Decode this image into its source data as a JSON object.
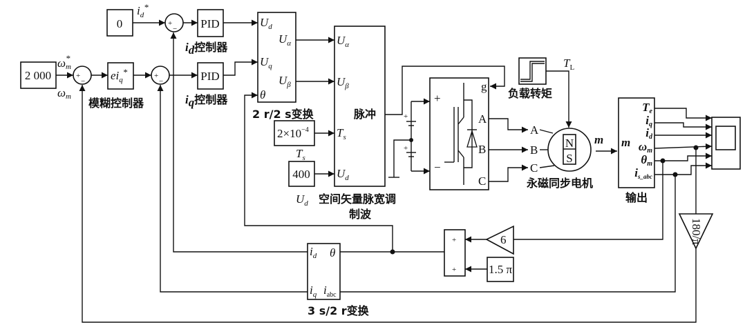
{
  "constants": {
    "id_ref": "0",
    "speed_ref": "2 000",
    "ts_mant": "2×10",
    "ts_exp": "−4",
    "ud_value": "400",
    "offset": "1.5 π",
    "gain_pole": "6",
    "gain_deg": "180/π"
  },
  "signals": {
    "id_star": {
      "main": "i",
      "sub": "d",
      "sup": "*"
    },
    "wm_star": {
      "main": "ω",
      "sub": "m",
      "sup": "*"
    },
    "wm": {
      "main": "ω",
      "sub": "m"
    },
    "ts": {
      "main": "T",
      "sub": "s"
    },
    "ud": {
      "main": "U",
      "sub": "d"
    },
    "tl": {
      "main": "T",
      "sub": "L"
    },
    "m": "m"
  },
  "blocks": {
    "pid_d": "PID",
    "pid_q": "PID",
    "fuzzy_out": {
      "main": "ei",
      "sub": "q",
      "sup": "*"
    },
    "park_inv": {
      "caption": "2 r/2 s变换",
      "ports": {
        "ud": {
          "main": "U",
          "sub": "d"
        },
        "ualpha": {
          "main": "U",
          "sub": "α"
        },
        "uq": {
          "main": "U",
          "sub": "q"
        },
        "ubeta": {
          "main": "U",
          "sub": "β"
        },
        "theta": "θ"
      }
    },
    "svpwm": {
      "caption_line1": "空间矢量脉宽调",
      "caption_line2": "制波",
      "pulse": "脉冲",
      "ports": {
        "ualpha": {
          "main": "U",
          "sub": "α"
        },
        "ubeta": {
          "main": "U",
          "sub": "β"
        },
        "ts": {
          "main": "T",
          "sub": "s"
        },
        "ud": {
          "main": "U",
          "sub": "d"
        }
      }
    },
    "inverter": {
      "g": "g",
      "plus": "+",
      "minus": "−",
      "a": "A",
      "b": "B",
      "c": "C"
    },
    "motor": {
      "caption": "永磁同步电机",
      "a": "A",
      "b": "B",
      "c": "C",
      "n": "N",
      "s": "S"
    },
    "load": {
      "caption": "负载转矩"
    },
    "output": {
      "caption": "输出",
      "m": "m",
      "ports": [
        {
          "main": "T",
          "sub": "e"
        },
        {
          "main": "i",
          "sub": "q"
        },
        {
          "main": "i",
          "sub": "d"
        },
        {
          "main": "ω",
          "sub": "m"
        },
        {
          "main": "θ",
          "sub": "m"
        },
        {
          "main": "i",
          "sub": "s_abc"
        }
      ]
    },
    "clarke_park": {
      "caption": "3 s/2 r变换",
      "id": {
        "main": "i",
        "sub": "d"
      },
      "iq": {
        "main": "i",
        "sub": "q"
      },
      "theta": "θ",
      "iabc": {
        "main": "i",
        "sub": "abc"
      }
    },
    "sum_add": {
      "p1": "+",
      "p2": "+"
    },
    "sum_signs": {
      "plus": "+",
      "minus": "−"
    }
  },
  "labels": {
    "id_controller": {
      "main": "i",
      "sub": "d",
      "rest": "控制器"
    },
    "iq_controller": {
      "main": "i",
      "sub": "q",
      "rest": "控制器"
    },
    "fuzzy_controller": "模糊控制器"
  }
}
